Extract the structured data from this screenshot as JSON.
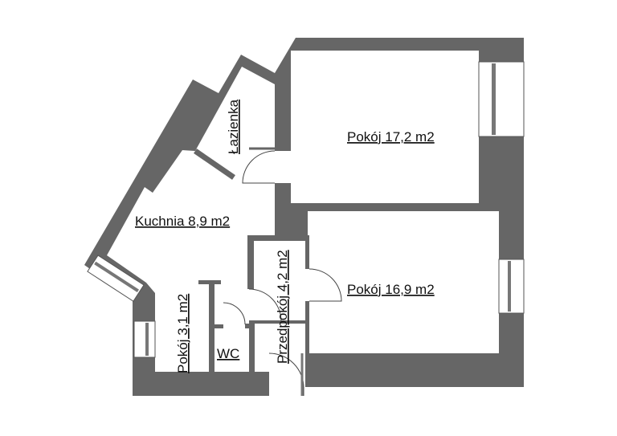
{
  "plan": {
    "rooms": [
      {
        "id": "lazienka",
        "label": "Łazienka"
      },
      {
        "id": "pokoj-17",
        "label": "Pokój 17,2 m2"
      },
      {
        "id": "kuchnia",
        "label": "Kuchnia 8,9 m2"
      },
      {
        "id": "pokoj-3",
        "label": "Pokój 3,1 m2"
      },
      {
        "id": "wc",
        "label": "WC"
      },
      {
        "id": "przedpokoj",
        "label": "Przedpokój 4,2 m2"
      },
      {
        "id": "pokoj-16",
        "label": "Pokój 16,9 m2"
      }
    ],
    "colors": {
      "wall": "#666666",
      "floor": "#ffffff"
    }
  }
}
